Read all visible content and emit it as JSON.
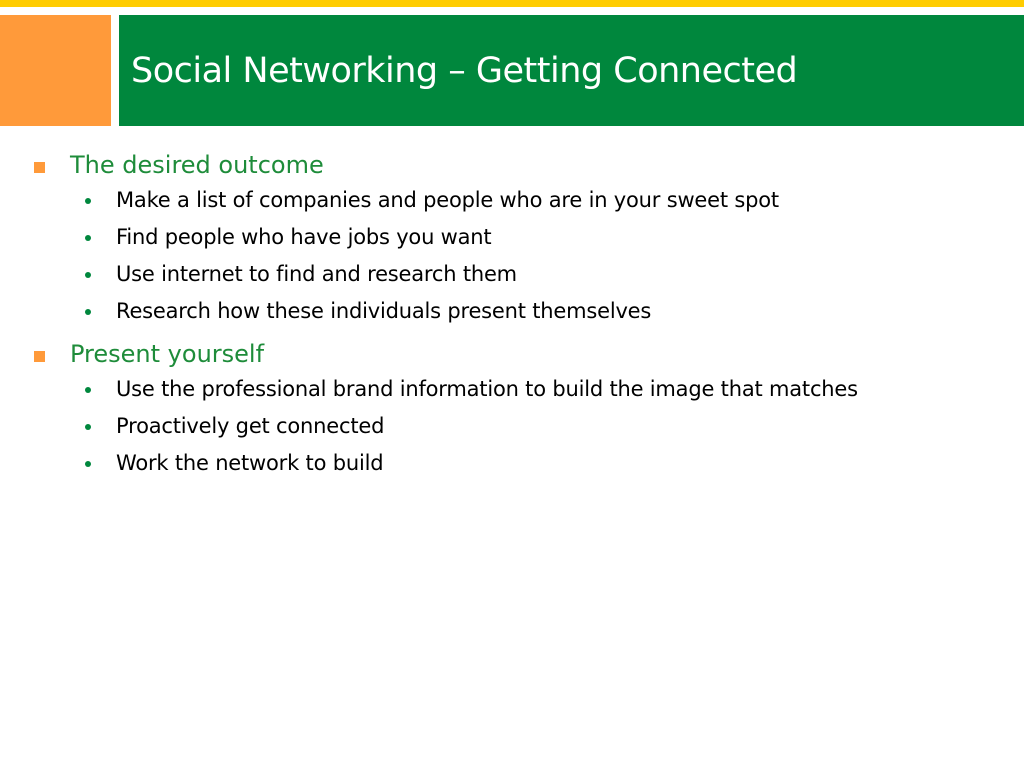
{
  "colors": {
    "green": "#00873D",
    "orange": "#FF9A3A",
    "yellow": "#FFCC00",
    "text_green": "#1E8C3A"
  },
  "slide": {
    "title": "Social Networking – Getting Connected"
  },
  "sections": [
    {
      "heading": "The desired outcome",
      "items": [
        "Make a list of companies and people who are in your sweet spot",
        "Find people who have jobs you want",
        "Use internet to find and research them",
        "Research how these individuals present themselves"
      ]
    },
    {
      "heading": "Present yourself",
      "items": [
        "Use the professional brand information to build the image that matches",
        "Proactively get connected",
        "Work the network to build"
      ]
    }
  ]
}
